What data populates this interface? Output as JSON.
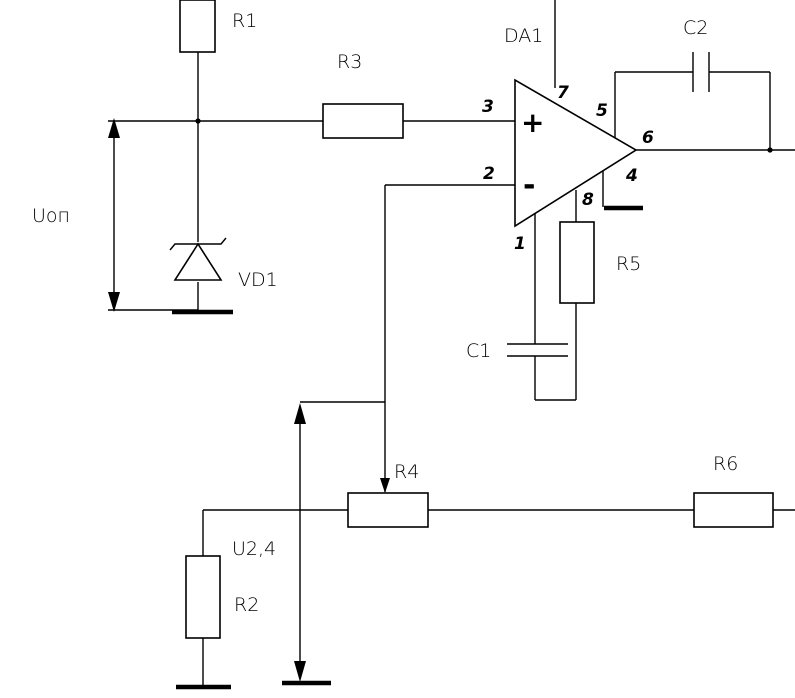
{
  "labels": {
    "r1": "R1",
    "r2": "R2",
    "r3": "R3",
    "r4": "R4",
    "r5": "R5",
    "r6": "R6",
    "c1": "C1",
    "c2": "C2",
    "da1": "DA1",
    "vd1": "VD1",
    "u_ref": "Uоп",
    "u_24": "U2,4"
  },
  "opamp": {
    "plus": "+",
    "minus": "-"
  },
  "pins": {
    "p1": "1",
    "p2": "2",
    "p3": "3",
    "p4": "4",
    "p5": "5",
    "p6": "6",
    "p7": "7",
    "p8": "8"
  }
}
